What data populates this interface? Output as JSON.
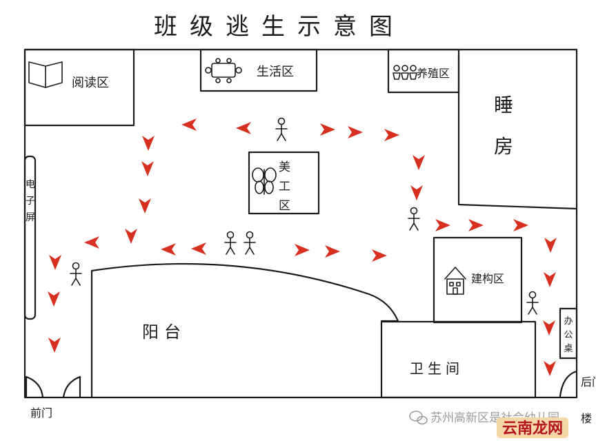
{
  "title": "班级逃生示意图",
  "zones": {
    "reading": "阅读区",
    "living": "生活区",
    "breeding": "养殖区",
    "sleeping": [
      "睡",
      "房"
    ],
    "art": [
      "美",
      "工",
      "区"
    ],
    "electronic_screen": [
      "电",
      "子",
      "屏"
    ],
    "building": "建构区",
    "balcony": "阳台",
    "bathroom": "卫生间",
    "office_desk": [
      "办",
      "公",
      "桌"
    ],
    "front_door": "前门",
    "back_door": "后门",
    "bottom_right_partial": "楼"
  },
  "watermark": {
    "text": "苏州高新区是社会幼儿园",
    "stamp": "云南龙网"
  },
  "colors": {
    "arrow": "#d8301f",
    "ink": "#1a1a1a",
    "watermark_text": "#9a9a9a",
    "stamp_bg": "#f6d8a8",
    "stamp_text": "#b4141c"
  },
  "icons": [
    "book-icon",
    "dining-table-icon",
    "flower-pots-icon",
    "butterfly-icon",
    "house-icon",
    "stick-figure-icon",
    "escape-arrow-icon",
    "wechat-icon"
  ]
}
